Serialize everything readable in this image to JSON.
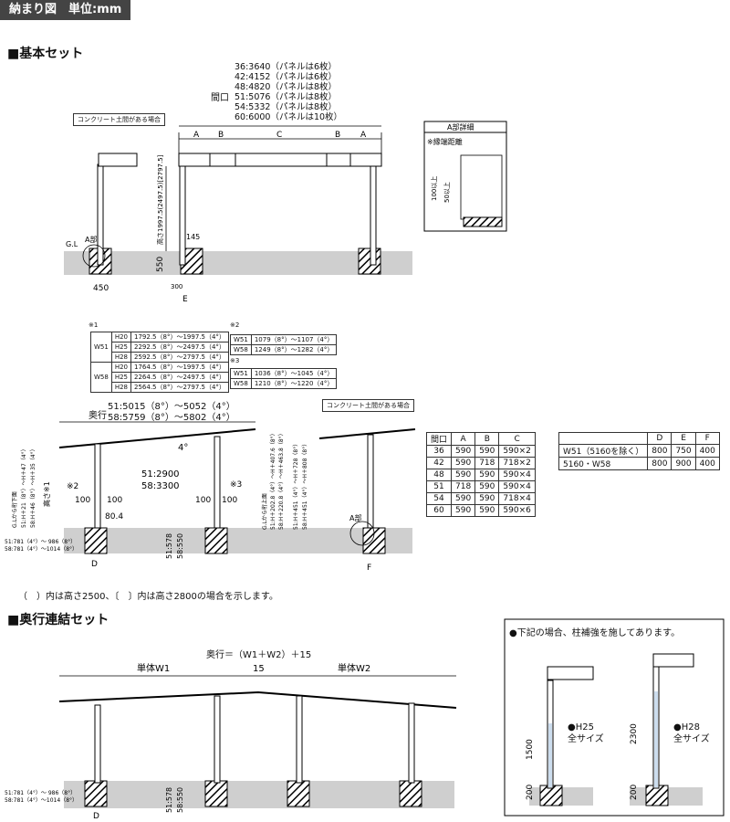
{
  "header": {
    "title": "納まり図　単位:mm"
  },
  "basic_set": {
    "title": "■基本セット",
    "frontage_label": "間口",
    "frontage_list": [
      "36:3640（パネルは6枚）",
      "42:4152（パネルは6枚）",
      "48:4820（パネルは8枚）",
      "51:5076（パネルは8枚）",
      "54:5332（パネルは8枚）",
      "60:6000（パネルは10枚）"
    ],
    "concrete_label": "コンクリート土間がある場合",
    "dim_labels": {
      "A": "A",
      "B": "B",
      "C": "C",
      "E": "E",
      "D": "D",
      "F": "F"
    },
    "gl": "G.L",
    "a_part": "A部",
    "height_note": "高さ1997.5(2497.5)[2797.5]",
    "n145": "145",
    "n550": "550",
    "n450": "450",
    "n300": "300",
    "detail": {
      "title": "A部詳細",
      "edge": "※縁端距離",
      "above100": "100以上",
      "above50": "50以上"
    }
  },
  "side_view": {
    "depth_label": "奥行",
    "depth_51": "51:5015（8°）～5052（4°）",
    "depth_58": "58:5759（8°）～5802（4°）",
    "angle": "4°",
    "span_51": "51:2900",
    "span_58": "58:3300",
    "concrete_label": "コンクリート土間がある場合",
    "mark2": "※2",
    "mark3": "※3",
    "height_mark": "高さ※1",
    "gl_left": "G.Lから桁下面",
    "left_51": "51:H＋21（8°）～H＋47（4°）",
    "left_58": "58:H＋46（8°）～H＋35（4°）",
    "right_gl": "G.Lから桁上面",
    "right_51": "51:H＋202.8（4°）～H＋407.6（8°）",
    "right_58": "58:H＋220.8（4°）～H＋463.8（8°）",
    "right2_51": "51:H＋451（4°）～H＋728（8°）",
    "right2_58": "58:H＋451（4°）～H＋808（8°）",
    "n100": "100",
    "n80_4": "80.4",
    "bottom_51": "51:781（4°）～ 986（8°）",
    "bottom_58": "58:781（4°）～1014（8°）",
    "post_51": "51:578",
    "post_58": "58:550",
    "a_part": "A部",
    "D": "D",
    "F": "F"
  },
  "height_table": {
    "mark1": "※1",
    "mark2": "※2",
    "mark3": "※3",
    "groups": [
      {
        "model": "W51",
        "rows": [
          [
            "H20",
            "1792.5（8°）～1997.5（4°）"
          ],
          [
            "H25",
            "2292.5（8°）～2497.5（4°）"
          ],
          [
            "H28",
            "2592.5（8°）～2797.5（4°）"
          ]
        ]
      },
      {
        "model": "W58",
        "rows": [
          [
            "H20",
            "1764.5（8°）～1997.5（4°）"
          ],
          [
            "H25",
            "2264.5（8°）～2497.5（4°）"
          ],
          [
            "H28",
            "2564.5（8°）～2797.5（4°）"
          ]
        ]
      }
    ],
    "t2": [
      [
        "W51",
        "1079（8°）～1107（4°）"
      ],
      [
        "W58",
        "1249（8°）～1282（4°）"
      ]
    ],
    "t3": [
      [
        "W51",
        "1036（8°）～1045（4°）"
      ],
      [
        "W58",
        "1210（8°）～1220（4°）"
      ]
    ]
  },
  "frontage_table": {
    "headers": [
      "間口",
      "A",
      "B",
      "C"
    ],
    "rows": [
      [
        "36",
        "590",
        "590",
        "590×2"
      ],
      [
        "42",
        "590",
        "718",
        "718×2"
      ],
      [
        "48",
        "590",
        "590",
        "590×4"
      ],
      [
        "51",
        "718",
        "590",
        "590×4"
      ],
      [
        "54",
        "590",
        "590",
        "718×4"
      ],
      [
        "60",
        "590",
        "590",
        "590×6"
      ]
    ]
  },
  "def_table": {
    "headers": [
      "",
      "D",
      "E",
      "F"
    ],
    "rows": [
      [
        "W51（5160を除く）",
        "800",
        "750",
        "400"
      ],
      [
        "5160・W58",
        "800",
        "900",
        "400"
      ]
    ]
  },
  "footnote": "（　）内は高さ2500、〔　〕内は高さ2800の場合を示します。",
  "depth_set": {
    "title": "■奥行連結セット",
    "formula": "奥行＝（W1＋W2）＋15",
    "w1": "単体W1",
    "w2": "単体W2",
    "n15": "15",
    "bottom_51": "51:781（4°）～ 986（8°）",
    "bottom_58": "58:781（4°）～1014（8°）",
    "post_51": "51:578",
    "post_58": "58:550",
    "D": "D"
  },
  "reinforce": {
    "note": "●下記の場合、柱補強を施してあります。",
    "h25": "●H25",
    "h25_sub": "全サイズ",
    "h28": "●H28",
    "h28_sub": "全サイズ",
    "n1500": "1500",
    "n2300": "2300",
    "n200": "200"
  }
}
